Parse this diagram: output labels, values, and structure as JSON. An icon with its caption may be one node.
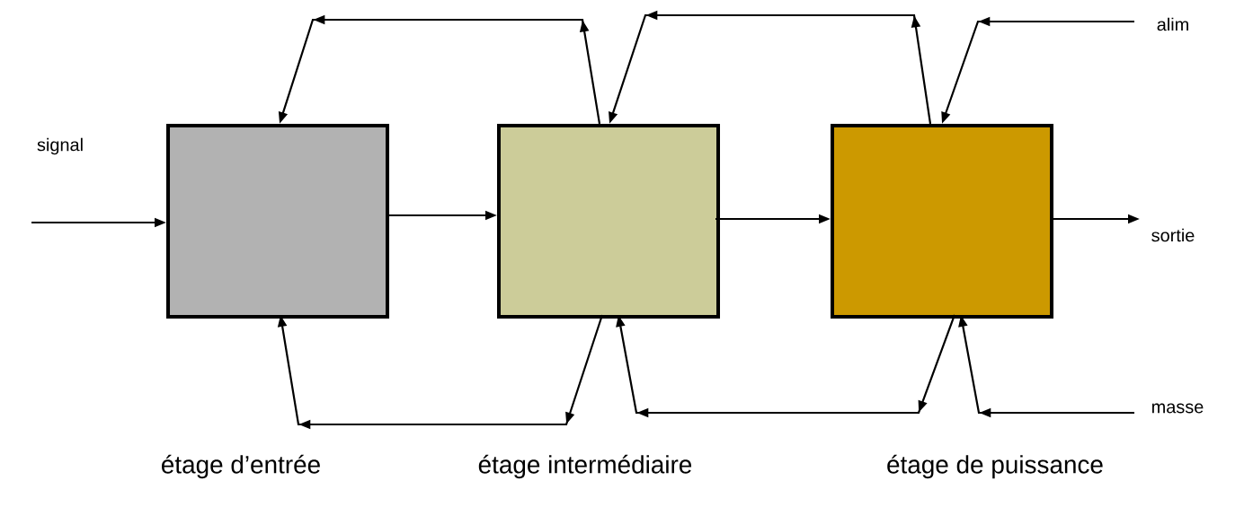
{
  "diagram": {
    "nodes": [
      {
        "text": [],
        "shape": "box"
      },
      {
        "text": [],
        "shape": "box"
      },
      {
        "text": [],
        "shape": "box"
      }
    ],
    "edges": [
      {
        "from": null,
        "to": 0,
        "arrow": "to"
      },
      {
        "from": 0,
        "to": 1,
        "arrow": "to"
      },
      {
        "from": 1,
        "to": 2,
        "arrow": "to"
      },
      {
        "from": 2,
        "to": null,
        "arrow": "to"
      },
      {
        "from": null,
        "to": 2,
        "arrow": "to"
      },
      {
        "from": 2,
        "to": 1,
        "arrow": "to"
      },
      {
        "from": 1,
        "to": 0,
        "arrow": "to"
      },
      {
        "from": null,
        "to": 2,
        "arrow": "to"
      },
      {
        "from": 2,
        "to": 1,
        "arrow": "to"
      },
      {
        "from": 1,
        "to": 0,
        "arrow": "to"
      }
    ],
    "labels": [
      "alim",
      "signal",
      "sortie",
      "masse",
      "étage d’entrée",
      "étage intermédiaire",
      "étage de puissance"
    ]
  }
}
